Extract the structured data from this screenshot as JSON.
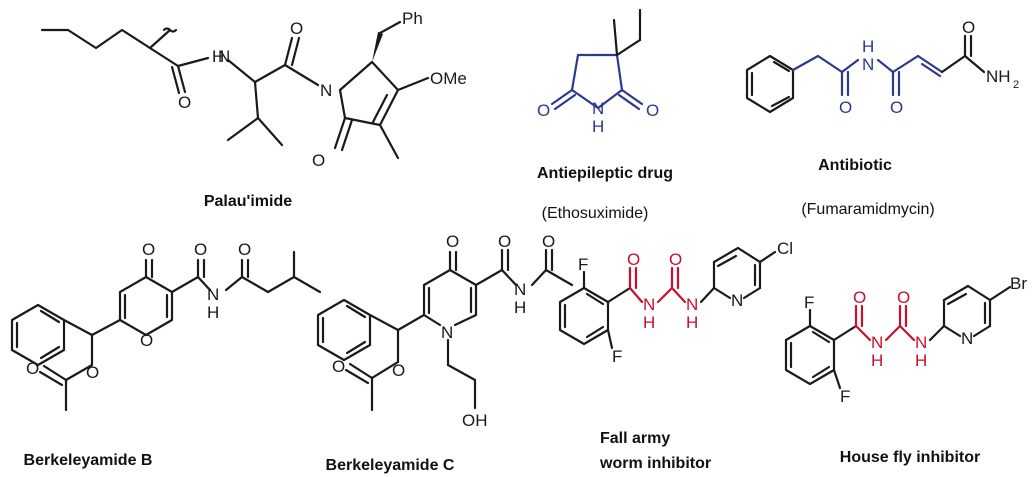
{
  "colors": {
    "default_bonds": "#1a1a1a",
    "blue_structure": "#2b3990",
    "red_urea_motif": "#c8102e"
  },
  "compounds": [
    {
      "name": "Palau'imide",
      "subtitle": "",
      "atoms": [
        "H",
        "N",
        "O",
        "O",
        "N",
        "O",
        "Ph",
        "OMe"
      ]
    },
    {
      "name": "Antiepileptic drug",
      "subtitle": "(Ethosuximide)",
      "atoms": [
        "O",
        "N",
        "H",
        "O"
      ]
    },
    {
      "name": "Antibiotic",
      "subtitle": "(Fumaramidmycin)",
      "atoms": [
        "H",
        "N",
        "O",
        "O",
        "O",
        "NH",
        "2"
      ]
    },
    {
      "name": "Berkeleyamide B",
      "subtitle": "",
      "atoms": [
        "O",
        "O",
        "N",
        "H",
        "O",
        "O",
        "O",
        "O"
      ]
    },
    {
      "name": "Berkeleyamide C",
      "subtitle": "",
      "atoms": [
        "O",
        "O",
        "N",
        "H",
        "O",
        "N",
        "O",
        "O",
        "OH"
      ]
    },
    {
      "name": "Fall army",
      "subtitle": "worm inhibitor",
      "atoms": [
        "F",
        "F",
        "O",
        "O",
        "N",
        "H",
        "N",
        "H",
        "N",
        "Cl"
      ]
    },
    {
      "name": "House fly inhibitor",
      "subtitle": "",
      "atoms": [
        "F",
        "F",
        "O",
        "O",
        "N",
        "H",
        "N",
        "H",
        "N",
        "Br"
      ]
    }
  ]
}
